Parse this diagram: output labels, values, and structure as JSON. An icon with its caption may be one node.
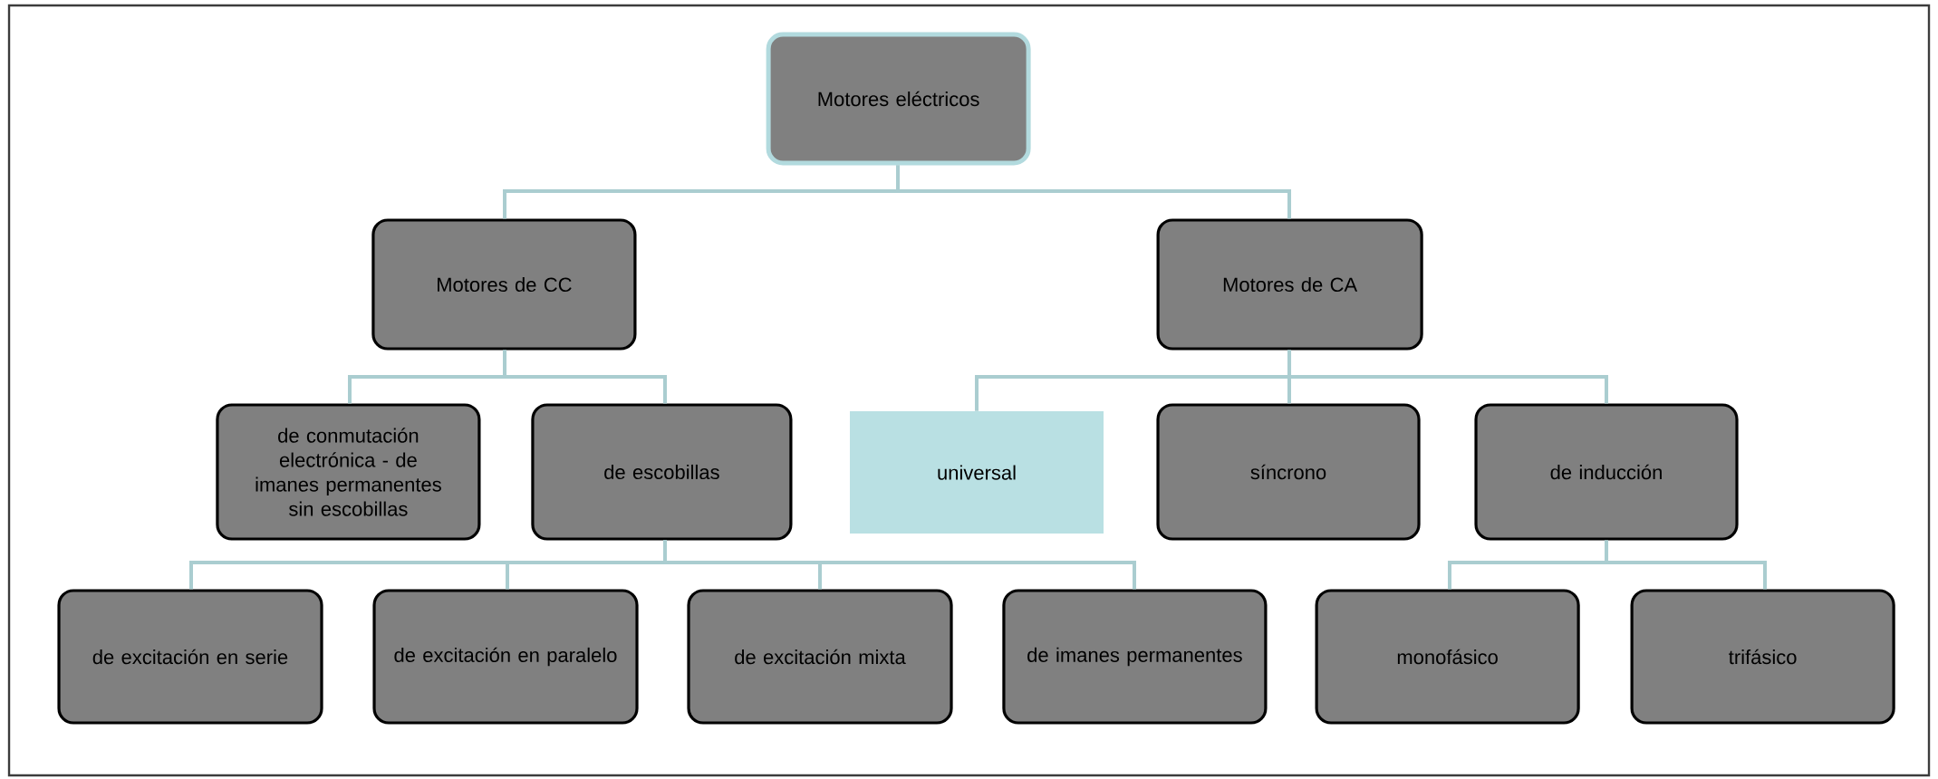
{
  "diagram": {
    "nodes": [
      {
        "text": [
          "Motores eléctricos"
        ]
      },
      {
        "text": [
          "Motores de CC"
        ]
      },
      {
        "text": [
          "Motores de CA"
        ]
      },
      {
        "text": [
          "de conmutación electrónica - de imanes permanentes sin escobillas"
        ]
      },
      {
        "text": [
          "de escobillas"
        ]
      },
      {
        "text": [
          "universal"
        ]
      },
      {
        "text": [
          "síncrono"
        ]
      },
      {
        "text": [
          "de inducción"
        ]
      },
      {
        "text": [
          "de excitación en serie"
        ]
      },
      {
        "text": [
          "de excitación en paralelo"
        ]
      },
      {
        "text": [
          "de excitación mixta"
        ]
      },
      {
        "text": [
          "de imanes permanentes"
        ]
      },
      {
        "text": [
          "monofásico"
        ]
      },
      {
        "text": [
          "trifásico"
        ]
      }
    ],
    "edges": [
      {
        "from": 0,
        "to": 1,
        "arrow": "none"
      },
      {
        "from": 0,
        "to": 2,
        "arrow": "none"
      },
      {
        "from": 1,
        "to": 3,
        "arrow": "none"
      },
      {
        "from": 1,
        "to": 4,
        "arrow": "none"
      },
      {
        "from": 2,
        "to": 5,
        "arrow": "none"
      },
      {
        "from": 2,
        "to": 6,
        "arrow": "none"
      },
      {
        "from": 2,
        "to": 7,
        "arrow": "none"
      },
      {
        "from": 4,
        "to": 8,
        "arrow": "none"
      },
      {
        "from": 4,
        "to": 9,
        "arrow": "none"
      },
      {
        "from": 4,
        "to": 10,
        "arrow": "none"
      },
      {
        "from": 4,
        "to": 11,
        "arrow": "none"
      },
      {
        "from": 7,
        "to": 12,
        "arrow": "none"
      },
      {
        "from": 7,
        "to": 13,
        "arrow": "none"
      }
    ]
  }
}
